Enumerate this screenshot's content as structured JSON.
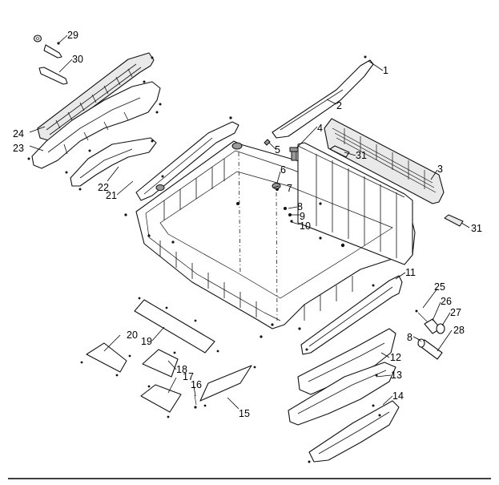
{
  "callouts": [
    "1",
    "2",
    "3",
    "4",
    "5",
    "6",
    "7",
    "8",
    "9",
    "10",
    "11",
    "12",
    "13",
    "14",
    "15",
    "16",
    "17",
    "18",
    "19",
    "20",
    "21",
    "22",
    "23",
    "24",
    "25",
    "26",
    "27",
    "28",
    "29",
    "30",
    "31",
    "31",
    "8"
  ]
}
